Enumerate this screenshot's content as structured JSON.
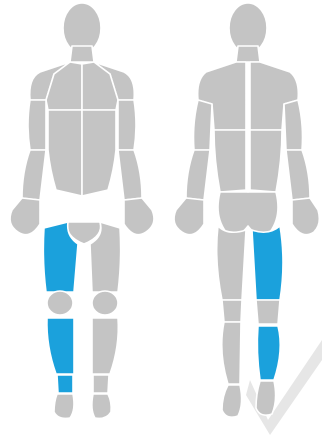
{
  "colors": {
    "body_base": "#c4c4c4",
    "selected": "#1ba1dc",
    "outline": "#ffffff",
    "watermark": "#e6e6e6"
  },
  "views": [
    {
      "id": "front",
      "regions": [
        {
          "id": "front-head",
          "selected": false
        },
        {
          "id": "front-neck",
          "selected": false
        },
        {
          "id": "front-chest-left",
          "selected": false
        },
        {
          "id": "front-chest-right",
          "selected": false
        },
        {
          "id": "front-abdomen-left",
          "selected": false
        },
        {
          "id": "front-abdomen-right",
          "selected": false
        },
        {
          "id": "front-shoulder-left",
          "selected": false
        },
        {
          "id": "front-shoulder-right",
          "selected": false
        },
        {
          "id": "front-upper-arm-left",
          "selected": false
        },
        {
          "id": "front-upper-arm-right",
          "selected": false
        },
        {
          "id": "front-forearm-left",
          "selected": false
        },
        {
          "id": "front-forearm-right",
          "selected": false
        },
        {
          "id": "front-hand-left",
          "selected": false
        },
        {
          "id": "front-hand-right",
          "selected": false
        },
        {
          "id": "front-groin",
          "selected": false
        },
        {
          "id": "front-thigh-right",
          "selected": true
        },
        {
          "id": "front-thigh-left",
          "selected": false
        },
        {
          "id": "front-knee-right",
          "selected": false
        },
        {
          "id": "front-knee-left",
          "selected": false
        },
        {
          "id": "front-shin-right",
          "selected": true
        },
        {
          "id": "front-shin-left",
          "selected": false
        },
        {
          "id": "front-ankle-right",
          "selected": true
        },
        {
          "id": "front-ankle-left",
          "selected": false
        },
        {
          "id": "front-foot-right",
          "selected": false
        },
        {
          "id": "front-foot-left",
          "selected": false
        }
      ]
    },
    {
      "id": "back",
      "regions": [
        {
          "id": "back-head",
          "selected": false
        },
        {
          "id": "back-neck",
          "selected": false
        },
        {
          "id": "back-upper-back-left",
          "selected": false
        },
        {
          "id": "back-upper-back-right",
          "selected": false
        },
        {
          "id": "back-lower-back-left",
          "selected": false
        },
        {
          "id": "back-lower-back-right",
          "selected": false
        },
        {
          "id": "back-upper-arm-left",
          "selected": false
        },
        {
          "id": "back-upper-arm-right",
          "selected": false
        },
        {
          "id": "back-forearm-left",
          "selected": false
        },
        {
          "id": "back-forearm-right",
          "selected": false
        },
        {
          "id": "back-hand-left",
          "selected": false
        },
        {
          "id": "back-hand-right",
          "selected": false
        },
        {
          "id": "back-buttocks",
          "selected": false
        },
        {
          "id": "back-thigh-left",
          "selected": false
        },
        {
          "id": "back-thigh-right",
          "selected": true
        },
        {
          "id": "back-knee-left",
          "selected": false
        },
        {
          "id": "back-knee-right",
          "selected": false
        },
        {
          "id": "back-calf-left",
          "selected": false
        },
        {
          "id": "back-calf-right",
          "selected": true
        },
        {
          "id": "back-heel-left",
          "selected": false
        },
        {
          "id": "back-heel-right",
          "selected": false
        }
      ]
    }
  ]
}
